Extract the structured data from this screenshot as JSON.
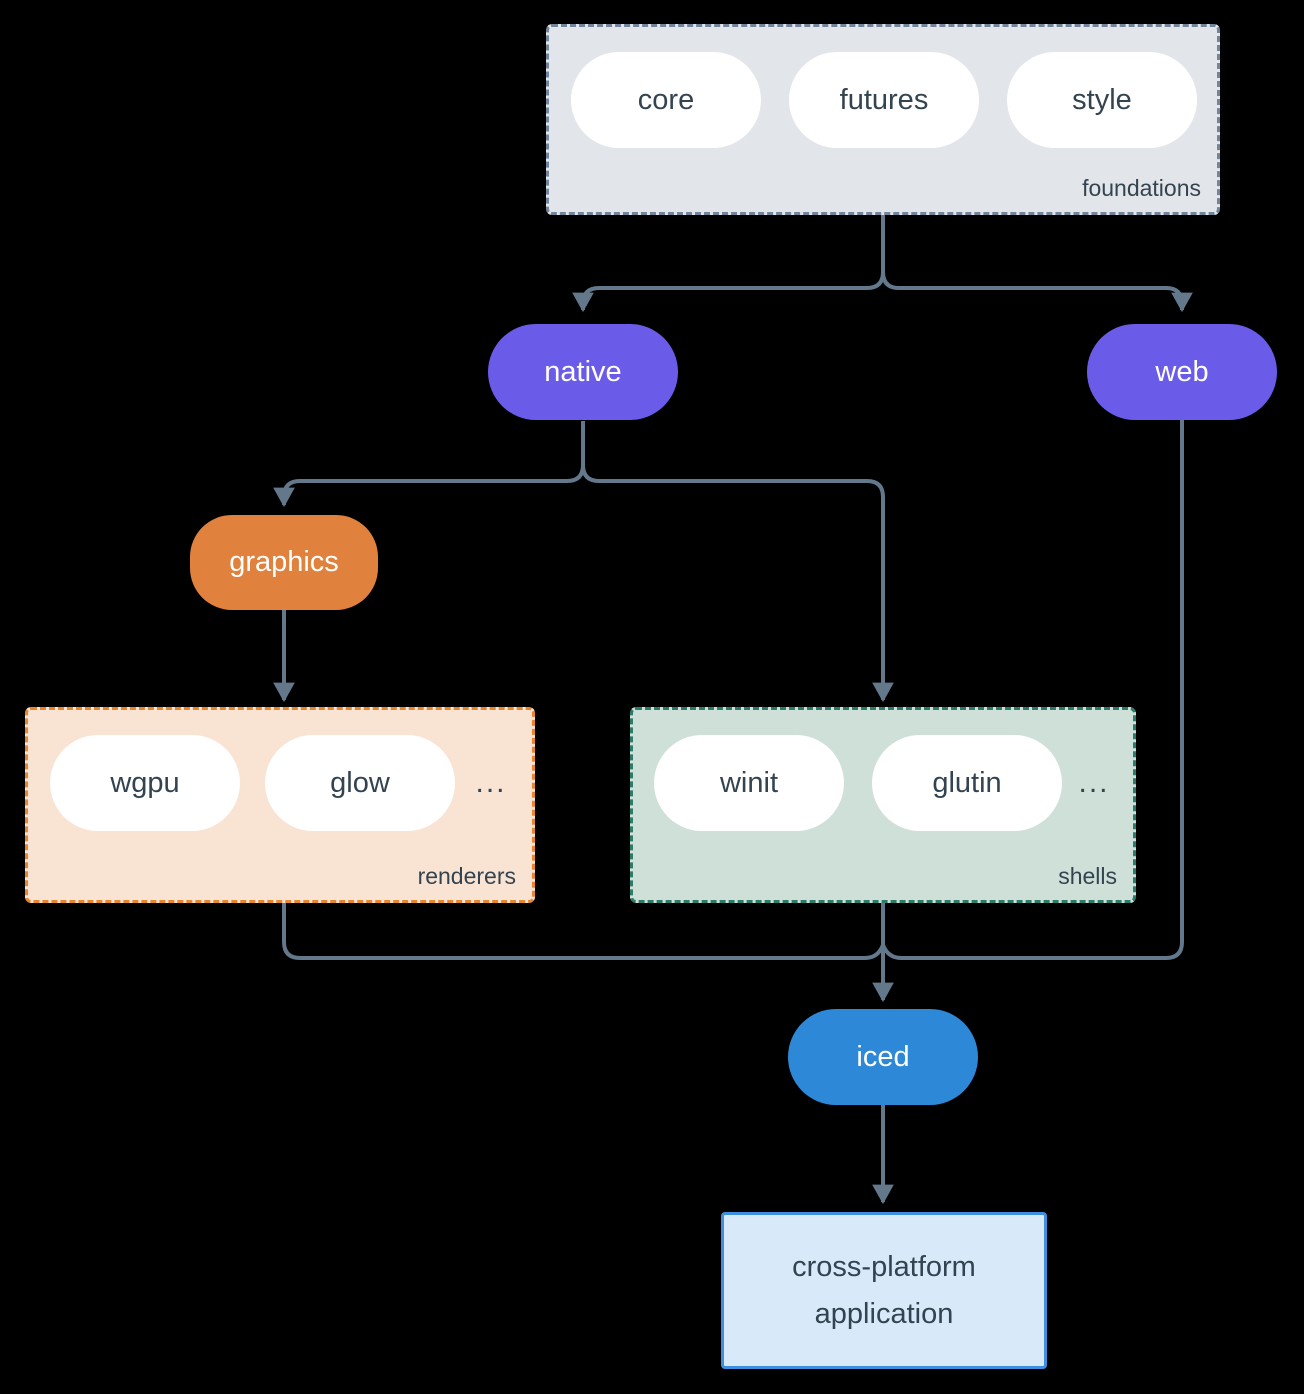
{
  "diagram": {
    "foundations": {
      "label": "foundations",
      "pills": [
        "core",
        "futures",
        "style"
      ]
    },
    "native": {
      "label": "native"
    },
    "web": {
      "label": "web"
    },
    "graphics": {
      "label": "graphics"
    },
    "renderers": {
      "label": "renderers",
      "pills": [
        "wgpu",
        "glow"
      ],
      "ellipsis": "..."
    },
    "shells": {
      "label": "shells",
      "pills": [
        "winit",
        "glutin"
      ],
      "ellipsis": "..."
    },
    "iced": {
      "label": "iced"
    },
    "application": {
      "label": "cross-platform application"
    }
  },
  "colors": {
    "bg": "#000000",
    "line": "#64788c",
    "text_dark": "#334450",
    "text_light": "#ffffff",
    "purple": "#6a5ce8",
    "orange": "#e0813e",
    "blue": "#2e88d8",
    "foundations_fill": "#e2e5e9",
    "foundations_border": "#72859a",
    "renderers_fill": "#f9e3d3",
    "renderers_border": "#e8862e",
    "shells_fill": "#cfe0d8",
    "shells_border": "#2b7c6b",
    "app_fill": "#d8e9f9",
    "app_border": "#3f8fe0"
  }
}
